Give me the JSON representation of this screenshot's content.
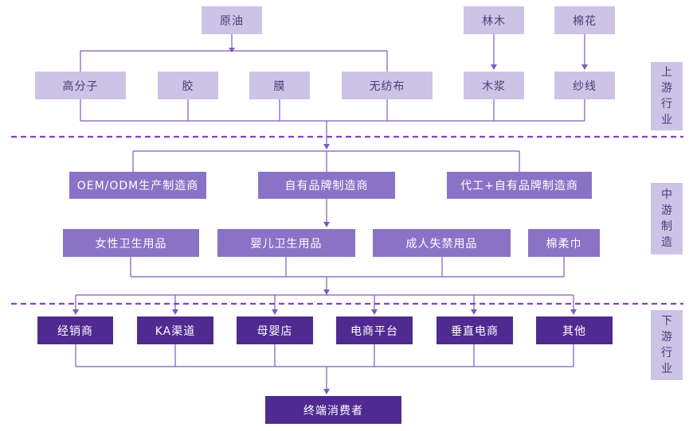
{
  "colors": {
    "upstream_box": "#cdc3e6",
    "midstream_box": "#8a73c6",
    "downstream_box": "#4f2a91",
    "connector": "#7a5cc0",
    "divider": "#8a3fc8"
  },
  "upstream": {
    "raw": {
      "crude_oil": "原油",
      "forest": "林木",
      "cotton": "棉花"
    },
    "materials": {
      "polymer": "高分子",
      "glue": "胶",
      "film": "膜",
      "nonwoven": "无纺布",
      "pulp": "木浆",
      "yarn": "纱线"
    },
    "side_label": [
      "上",
      "游",
      "行",
      "业"
    ]
  },
  "midstream": {
    "manufacturers": {
      "oem": "OEM/ODM生产制造商",
      "own": "自有品牌制造商",
      "hybrid": "代工+自有品牌制造商"
    },
    "products": {
      "female": "女性卫生用品",
      "baby": "婴儿卫生用品",
      "adult": "成人失禁用品",
      "wipes": "棉柔巾"
    },
    "side_label": [
      "中",
      "游",
      "制",
      "造"
    ]
  },
  "downstream": {
    "channels": {
      "distributor": "经销商",
      "ka": "KA渠道",
      "mother_baby": "母婴店",
      "ecommerce": "电商平台",
      "vertical": "垂直电商",
      "other": "其他"
    },
    "consumer": "终端消费者",
    "side_label": [
      "下",
      "游",
      "行",
      "业"
    ]
  }
}
